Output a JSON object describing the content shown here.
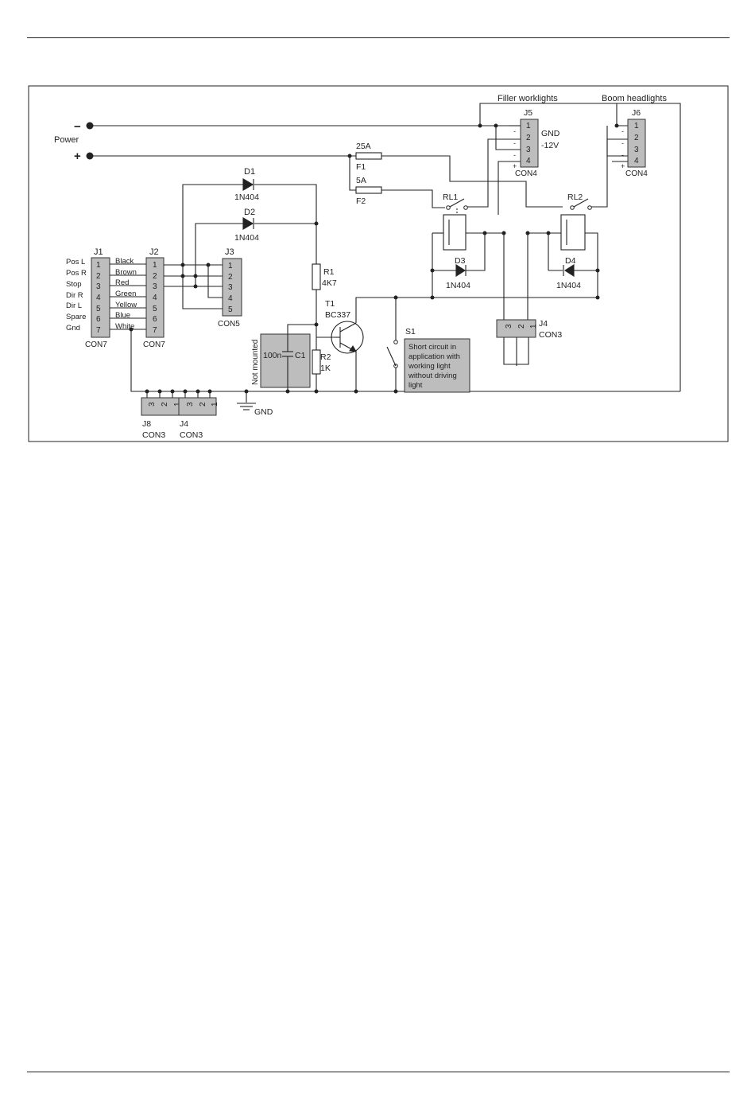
{
  "power": {
    "label": "Power",
    "minus": "−",
    "plus": "+"
  },
  "groups": {
    "filler": "Filler worklights",
    "boom": "Boom headlights"
  },
  "j1": {
    "ref": "J1",
    "type": "CON7",
    "pins": [
      "1",
      "2",
      "3",
      "4",
      "5",
      "6",
      "7"
    ],
    "signals": [
      "Pos L",
      "Pos R",
      "Stop",
      "Dir R",
      "Dir L",
      "Spare",
      "Gnd"
    ]
  },
  "j2": {
    "ref": "J2",
    "type": "CON7",
    "pins": [
      "1",
      "2",
      "3",
      "4",
      "5",
      "6",
      "7"
    ]
  },
  "wires": [
    "Black",
    "Brown",
    "Red",
    "Green",
    "Yellow",
    "Blue",
    "White"
  ],
  "j3": {
    "ref": "J3",
    "type": "CON5",
    "pins": [
      "1",
      "2",
      "3",
      "4",
      "5"
    ]
  },
  "d1": {
    "ref": "D1",
    "value": "1N404"
  },
  "d2": {
    "ref": "D2",
    "value": "1N404"
  },
  "d3": {
    "ref": "D3",
    "value": "1N404"
  },
  "d4": {
    "ref": "D4",
    "value": "1N404"
  },
  "f1": {
    "ref": "F1",
    "rating": "25A"
  },
  "f2": {
    "ref": "F2",
    "rating": "5A"
  },
  "r1": {
    "ref": "R1",
    "value": "4K7"
  },
  "r2": {
    "ref": "R2",
    "value": "1K"
  },
  "t1": {
    "ref": "T1",
    "value": "BC337"
  },
  "c1": {
    "ref": "C1",
    "value": "100n",
    "note": "Not mounted"
  },
  "s1": {
    "ref": "S1",
    "note": [
      "Short circuit in",
      "application with",
      "working light",
      "without driving",
      "light"
    ]
  },
  "rl1": {
    "ref": "RL1"
  },
  "rl2": {
    "ref": "RL2"
  },
  "j5": {
    "ref": "J5",
    "type": "CON4",
    "pins": [
      "1",
      "2",
      "3",
      "4"
    ],
    "pol": [
      "-",
      "-",
      "+",
      "-",
      "+"
    ],
    "gnd": "GND",
    "v": "-12V"
  },
  "j6": {
    "ref": "J6",
    "type": "CON4",
    "pins": [
      "1",
      "2",
      "3",
      "4"
    ],
    "pol": [
      "-",
      "-",
      "+",
      "-",
      "+"
    ]
  },
  "j4r": {
    "ref": "J4",
    "type": "CON3",
    "pins": [
      "3",
      "2",
      "1"
    ]
  },
  "j8": {
    "ref": "J8",
    "type": "CON3",
    "pins": [
      "3",
      "2",
      "1"
    ]
  },
  "j4b": {
    "ref": "J4",
    "type": "CON3",
    "pins": [
      "3",
      "2",
      "1"
    ]
  },
  "gnd": "GND"
}
